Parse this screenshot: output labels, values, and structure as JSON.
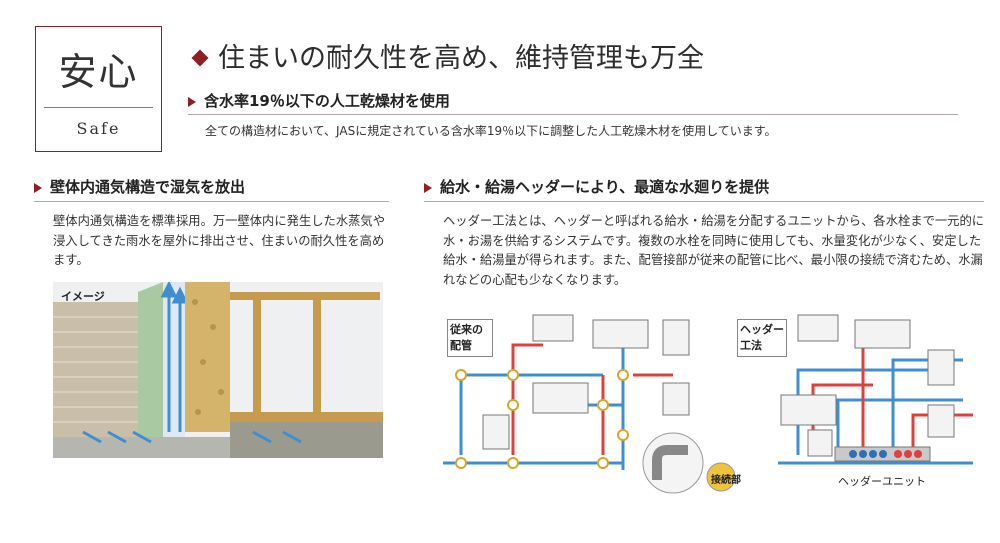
{
  "badge": {
    "title": "安心",
    "subtitle": "Safe"
  },
  "headline": "住まいの耐久性を高め、維持管理も万全",
  "section_top": {
    "title": "含水率19％以下の人工乾燥材を使用",
    "body": "全ての構造材において、JASに規定されている含水率19％以下に調整した人工乾燥木材を使用しています。"
  },
  "section_left": {
    "title": "壁体内通気構造で湿気を放出",
    "body": "壁体内通気構造を標準採用。万一壁体内に発生した水蒸気や浸入してきた雨水を屋外に排出させ、住まいの耐久性を高めます。",
    "image_label": "イメージ"
  },
  "section_right": {
    "title": "給水・給湯ヘッダーにより、最適な水廻りを提供",
    "body": "ヘッダー工法とは、ヘッダーと呼ばれる給水・給湯を分配するユニットから、各水栓まで一元的に水・お湯を供給するシステムです。複数の水栓を同時に使用しても、水量変化が少なく、安定した給水・給湯量が得られます。また、配管接部が従来の配管に比べ、最小限の接続で済むため、水漏れなどの心配も少なくなります。",
    "label_conventional": "従来の配管",
    "label_header_method": "ヘッダー工法",
    "label_joint": "接続部",
    "label_header_unit": "ヘッダーユニット"
  },
  "colors": {
    "accent": "#8e1f24",
    "pipe_blue": "#3f8fd0",
    "pipe_red": "#e0403c"
  }
}
